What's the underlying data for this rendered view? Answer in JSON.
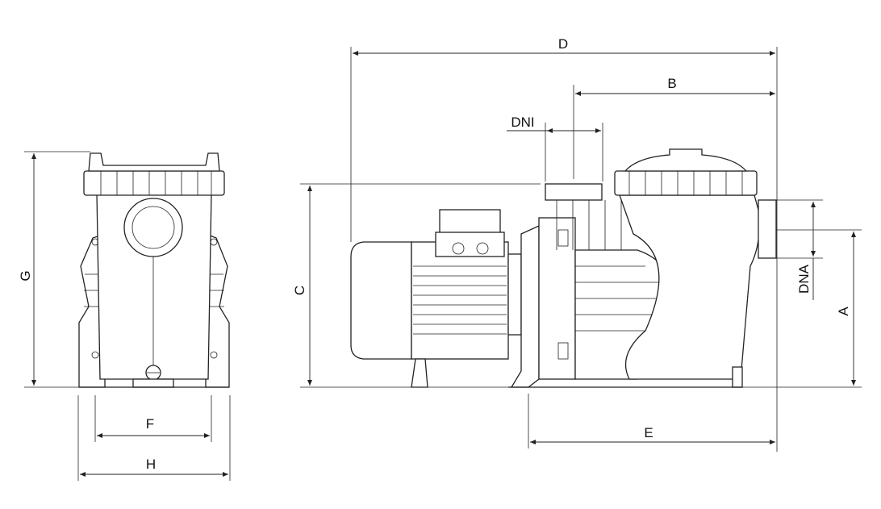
{
  "drawing": {
    "front_view": {
      "dimensions": {
        "height": "G",
        "base_inner": "F",
        "base_outer": "H"
      }
    },
    "side_view": {
      "dimensions": {
        "overall_length": "D",
        "pump_body": "B",
        "inlet": "DNI",
        "height": "C",
        "outlet": "DNA",
        "outlet_height": "A",
        "base_length": "E"
      }
    }
  }
}
